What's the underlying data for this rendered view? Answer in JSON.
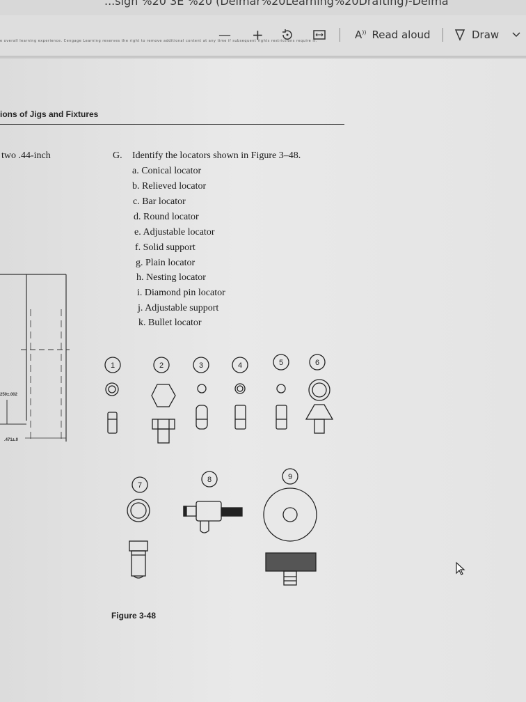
{
  "window": {
    "title": "...sign %20 3E %20 (Delmar%20Learning%20Drafting)-Delma"
  },
  "toolbar": {
    "zoom_out": "—",
    "zoom_in": "+",
    "read_aloud": "Read aloud",
    "draw": "Draw"
  },
  "document": {
    "copyright_line": "e overall learning experience. Cengage Learning reserves the right to remove additional content at any time if subsequent rights restrictions require it.",
    "chapter_header": "ions of Jigs and Fixtures",
    "left_fragment": "two .44-inch",
    "question_letter": "G.",
    "question_text": "Identify the locators shown in Figure 3–48.",
    "options": [
      {
        "letter": "a.",
        "text": "Conical locator"
      },
      {
        "letter": "b.",
        "text": "Relieved locator"
      },
      {
        "letter": "c.",
        "text": "Bar locator"
      },
      {
        "letter": "d.",
        "text": "Round locator"
      },
      {
        "letter": "e.",
        "text": "Adjustable locator"
      },
      {
        "letter": "f.",
        "text": "Solid support"
      },
      {
        "letter": "g.",
        "text": "Plain locator"
      },
      {
        "letter": "h.",
        "text": "Nesting locator"
      },
      {
        "letter": "i.",
        "text": "Diamond pin locator"
      },
      {
        "letter": "j.",
        "text": "Adjustable support"
      },
      {
        "letter": "k.",
        "text": "Bullet locator"
      }
    ],
    "dims": {
      "d1": "250±.002",
      "d2": ".471±.0"
    },
    "figure_numbers": [
      "1",
      "2",
      "3",
      "4",
      "5",
      "6",
      "7",
      "8",
      "9"
    ],
    "figure_caption": "Figure 3-48"
  }
}
